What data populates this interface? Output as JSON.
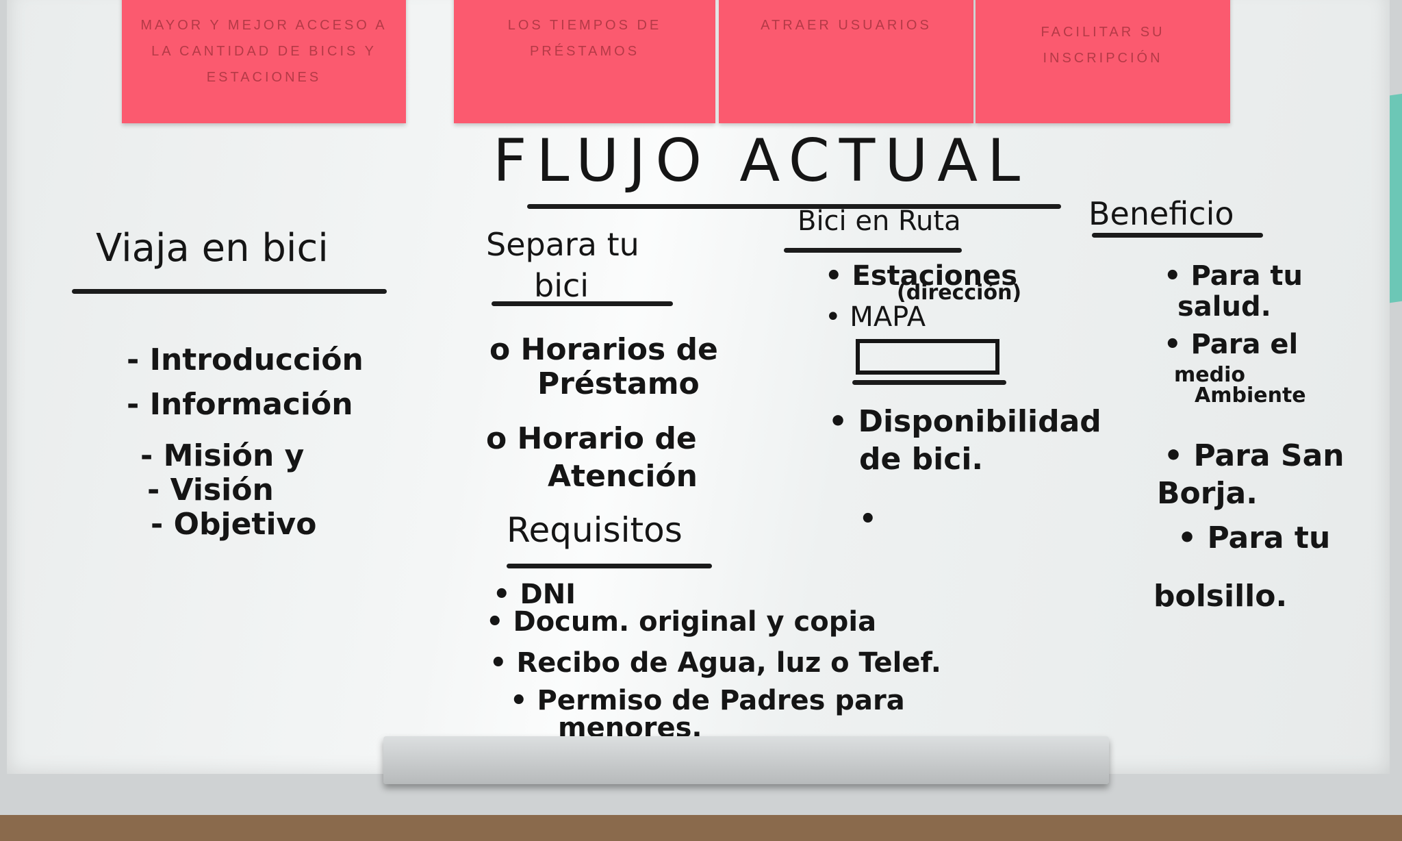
{
  "sticky_notes": [
    "Mayor y mejor acceso a la cantidad de bicis y estaciones",
    "Los tiempos de préstamos",
    "Atraer usuarios",
    "Facilitar su inscripción"
  ],
  "board": {
    "title": "FLUJO ACTUAL",
    "col1": {
      "heading": "Viaja en bici",
      "items": [
        "- Introducción",
        "- Información",
        "- Misión y",
        "- Visión",
        "- Objetivo"
      ]
    },
    "col2": {
      "heading_line1": "Separa tu",
      "heading_line2": "bici",
      "items": [
        "o Horarios de",
        "Préstamo",
        "o Horario de",
        "Atención"
      ],
      "requisitos": {
        "heading": "Requisitos",
        "items": [
          "• DNI",
          "• Docum. original y copia",
          "• Recibo de Agua, luz o Telef.",
          "• Permiso de Padres para",
          "menores."
        ]
      }
    },
    "col3": {
      "heading": "Bici en Ruta",
      "items": [
        "• Estaciones",
        "(dirección)",
        "• MAPA",
        "• Disponibilidad",
        "de bici.",
        "•"
      ]
    },
    "col4": {
      "heading": "Beneficio",
      "items": [
        "• Para tu",
        "salud.",
        "• Para el",
        "medio",
        "Ambiente",
        "• Para San",
        "Borja.",
        "• Para tu",
        "bolsillo."
      ]
    }
  }
}
